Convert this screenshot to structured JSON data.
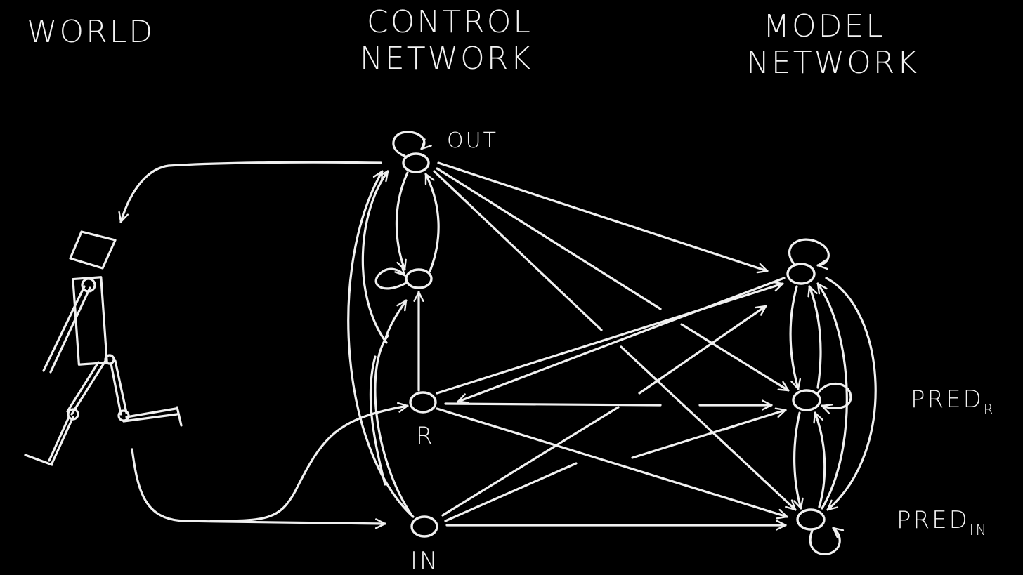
{
  "headings": {
    "world": "WORLD",
    "control": [
      "CONTROL",
      "NETWORK"
    ],
    "model": [
      "MODEL",
      "NETWORK"
    ]
  },
  "nodes": {
    "out": "OUT",
    "r": "R",
    "in": "IN",
    "pred_r": {
      "main": "PRED",
      "sub": "R"
    },
    "pred_in": {
      "main": "PRED",
      "sub": "IN"
    }
  },
  "colors": {
    "background": "#000000",
    "ink": "#f0f0f0"
  }
}
